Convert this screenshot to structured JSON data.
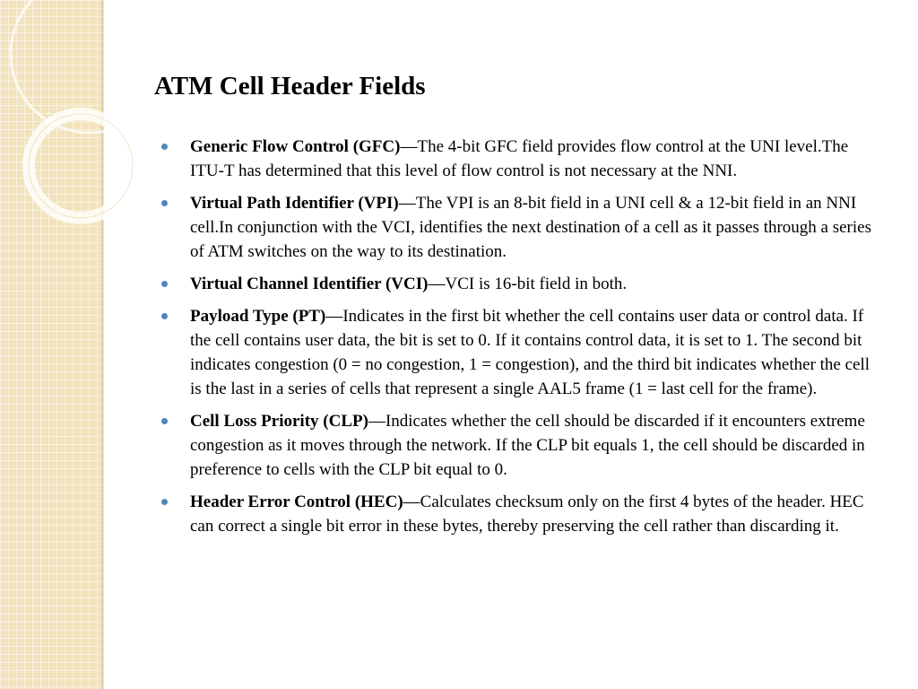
{
  "slide": {
    "title": "ATM Cell Header Fields",
    "bullets": [
      {
        "term": "Generic Flow Control (GFC)",
        "description": "—The 4-bit GFC field provides flow control at the UNI level.The ITU-T has determined that this level of flow control is not necessary at the NNI."
      },
      {
        "term": "Virtual Path Identifier (VPI)",
        "description": "—The VPI is an 8-bit field in a UNI cell & a 12-bit field in an NNI cell.In conjunction with the VCI, identifies the next destination of a cell as it passes through a series of ATM switches on the way to its destination."
      },
      {
        "term": "Virtual Channel Identifier (VCI)",
        "description": "—VCI is 16-bit field in both."
      },
      {
        "term": " Payload Type (PT)",
        "description": "—Indicates in the first bit whether the cell contains user data or control data. If the cell contains user data, the bit is set to 0. If it contains control data, it is set to 1. The second bit indicates congestion (0 = no congestion, 1 = congestion), and the third bit indicates whether the cell is the last in a series of cells that represent a single AAL5 frame (1 = last cell for the frame)."
      },
      {
        "term": " Cell Loss Priority (CLP)",
        "description": "—Indicates whether the cell should be discarded if it encounters extreme congestion as it moves through the network. If the CLP bit equals 1, the cell should be discarded in preference to cells with the CLP bit equal to 0."
      },
      {
        "term": " Header Error Control (HEC)",
        "description": "—Calculates checksum only on the first 4 bytes of the header. HEC can correct a single bit error in these bytes, thereby preserving the cell rather than discarding it."
      }
    ]
  },
  "theme": {
    "band_color": "#f2e3bd",
    "bullet_color": "#4a88bd",
    "text_color": "#000000"
  }
}
